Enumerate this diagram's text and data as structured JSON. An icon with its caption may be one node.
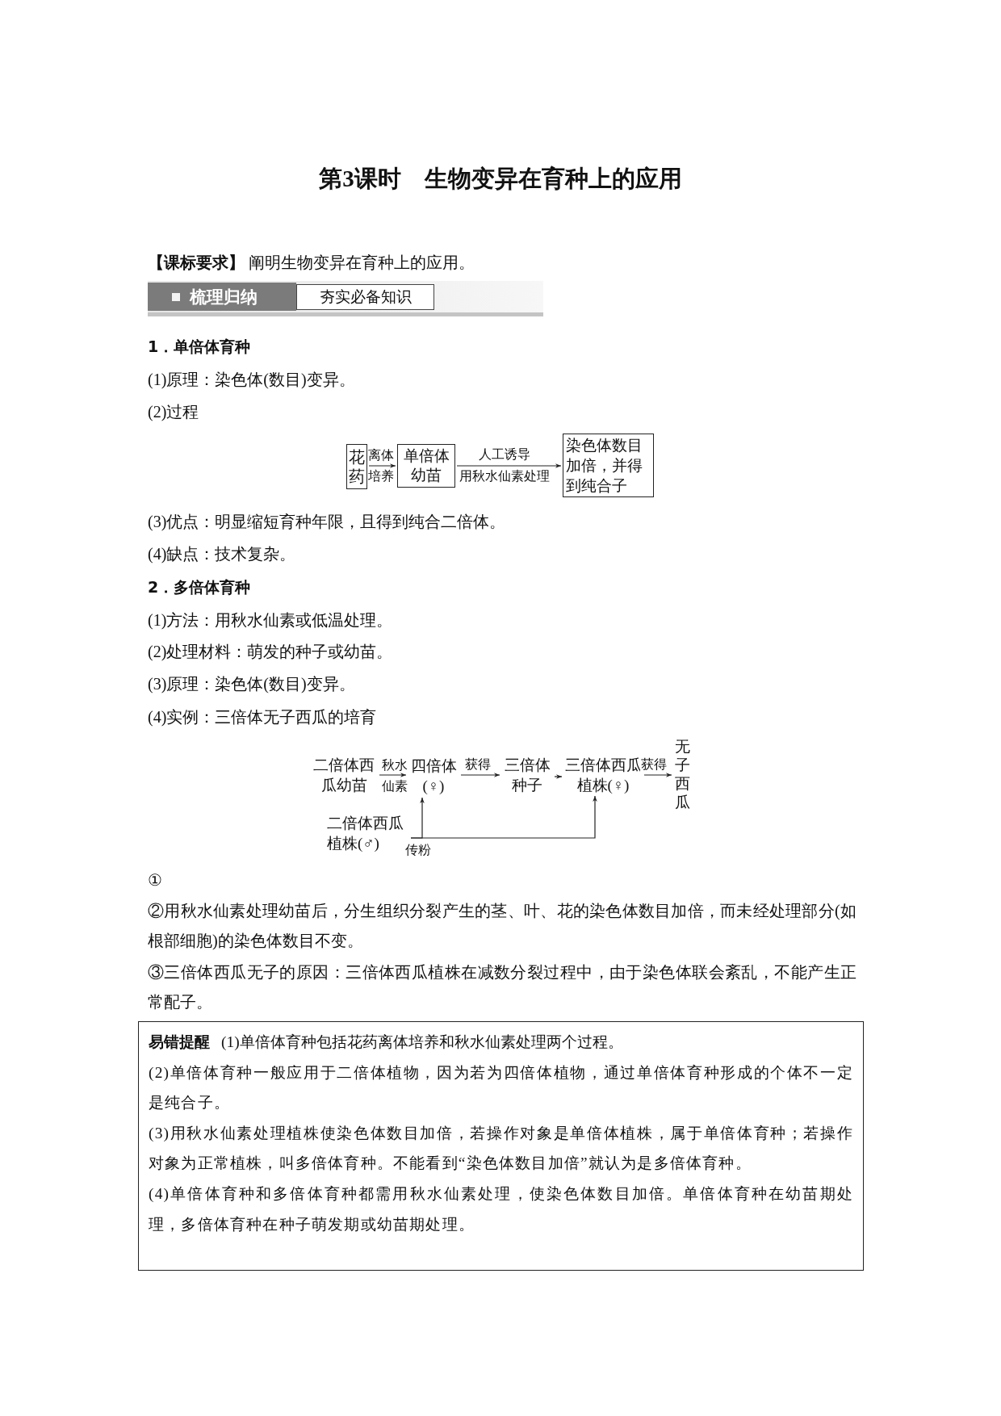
{
  "diagram": {
    "title": "第3课时　生物变异在育种上的应用",
    "nodes": [
      {
        "text": [
          "梳理归纳"
        ]
      },
      {
        "text": [
          "夯实必备知识"
        ]
      },
      {
        "text": [
          "花药"
        ]
      },
      {
        "text": [
          "单倍体幼苗"
        ]
      },
      {
        "text": [
          "染色体数目加倍，并得到纯合子"
        ]
      },
      {
        "text": [
          "二倍体西瓜幼苗"
        ]
      },
      {
        "text": [
          "四倍体(♀)"
        ]
      },
      {
        "text": [
          "三倍体种子"
        ]
      },
      {
        "text": [
          "三倍体西瓜植株(♀)"
        ]
      },
      {
        "text": [
          "无子西瓜"
        ]
      },
      {
        "text": [
          "二倍体西瓜植株(♂)"
        ]
      },
      {
        "text": [
          "易错提醒",
          "(1)单倍体育种包括花药离体培养和秋水仙素处理两个过程。",
          "(2)单倍体育种一般应用于二倍体植物，因为若为四倍体植物，通过单倍体育种形成的个体不一定是纯合子。",
          "(3)用秋水仙素处理植株使染色体数目加倍，若操作对象是单倍体植株，属于单倍体育种；若操作对象为正常植株，叫多倍体育种。不能看到“染色体数目加倍”就认为是多倍体育种。",
          "(4)单倍体育种和多倍体育种都需用秋水仙素处理，使染色体数目加倍。单倍体育种在幼苗期处理，多倍体育种在种子萌发期或幼苗期处理。"
        ]
      }
    ],
    "edges": [
      {
        "from": 2,
        "to": 3,
        "arrow": "to",
        "label": "离体"
      },
      {
        "from": 3,
        "to": 4,
        "arrow": "to",
        "label": "人工诱导"
      },
      {
        "from": 5,
        "to": 6,
        "arrow": "to",
        "label": "秋水"
      },
      {
        "from": 6,
        "to": 7,
        "arrow": "to",
        "label": "获得"
      },
      {
        "from": 7,
        "to": 8,
        "arrow": "to"
      },
      {
        "from": 8,
        "to": 9,
        "arrow": "to",
        "label": "获得"
      },
      {
        "from": 10,
        "to": 6,
        "arrow": "to",
        "label": "传粉"
      },
      {
        "from": 10,
        "to": 8,
        "arrow": "to"
      }
    ],
    "labels": [
      "**【课标要求】** 阐明生物变异在育种上的应用。",
      "1．单倍体育种",
      "(1)原理：染色体(数目)变异。",
      "(2)过程",
      "培养",
      "用秋水仙素处理",
      "(3)优点：明显缩短育种年限，且得到纯合二倍体。",
      "(4)缺点：技术复杂。",
      "2．多倍体育种",
      "(1)方法：用秋水仙素或低温处理。",
      "(2)处理材料：萌发的种子或幼苗。",
      "(3)原理：染色体(数目)变异。",
      "(4)实例：三倍体无子西瓜的培育",
      "仙素",
      "①",
      "②用秋水仙素处理幼苗后，分生组织分裂产生的茎、叶、花的染色体数目加倍，而未经处理部分(如根部细胞)的染色体数目不变。",
      "③三倍体西瓜无子的原因：三倍体西瓜植株在减数分裂过程中，由于染色体联会紊乱，不能产生正常配子。"
    ]
  }
}
